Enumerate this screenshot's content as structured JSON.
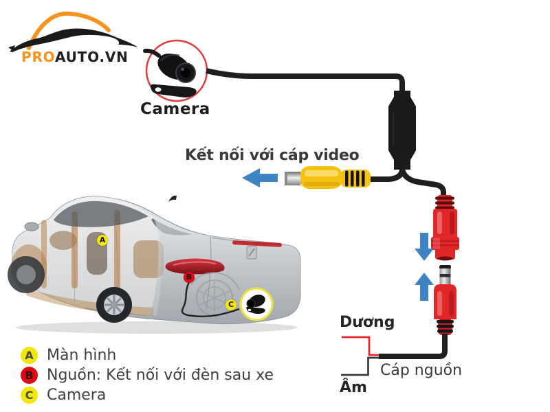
{
  "logo": {
    "brand_primary": "PRO",
    "brand_secondary": "AUTO.VN"
  },
  "camera_section": {
    "label": "Camera"
  },
  "labels": {
    "video_cable": "Kết nối với cáp video",
    "positive": "Dương",
    "negative": "Âm",
    "power_cable": "Cáp nguồn"
  },
  "markers": {
    "a": "A",
    "b": "B",
    "c": "C"
  },
  "legend": {
    "items": [
      {
        "letter": "A",
        "label": "Màn hình",
        "badge_color": "#F2E606",
        "letter_color": "#4A4A4A"
      },
      {
        "letter": "B",
        "label": "Nguồn: Kết nối với đèn sau xe",
        "badge_color": "#E30613",
        "letter_color": "#2E1B1B"
      },
      {
        "letter": "C",
        "label": "Camera",
        "badge_color": "#F2E606",
        "letter_color": "#4A4A4A"
      }
    ]
  },
  "colors": {
    "accent_orange": "#F7941E",
    "arrow_blue": "#3E84C4",
    "connector_red": "#E02728",
    "rca_yellow": "#F5C211",
    "cable_black": "#1F1F1F",
    "camera_ring_red": "#E23B3B",
    "car_ring_yellow": "#EDE23E"
  }
}
